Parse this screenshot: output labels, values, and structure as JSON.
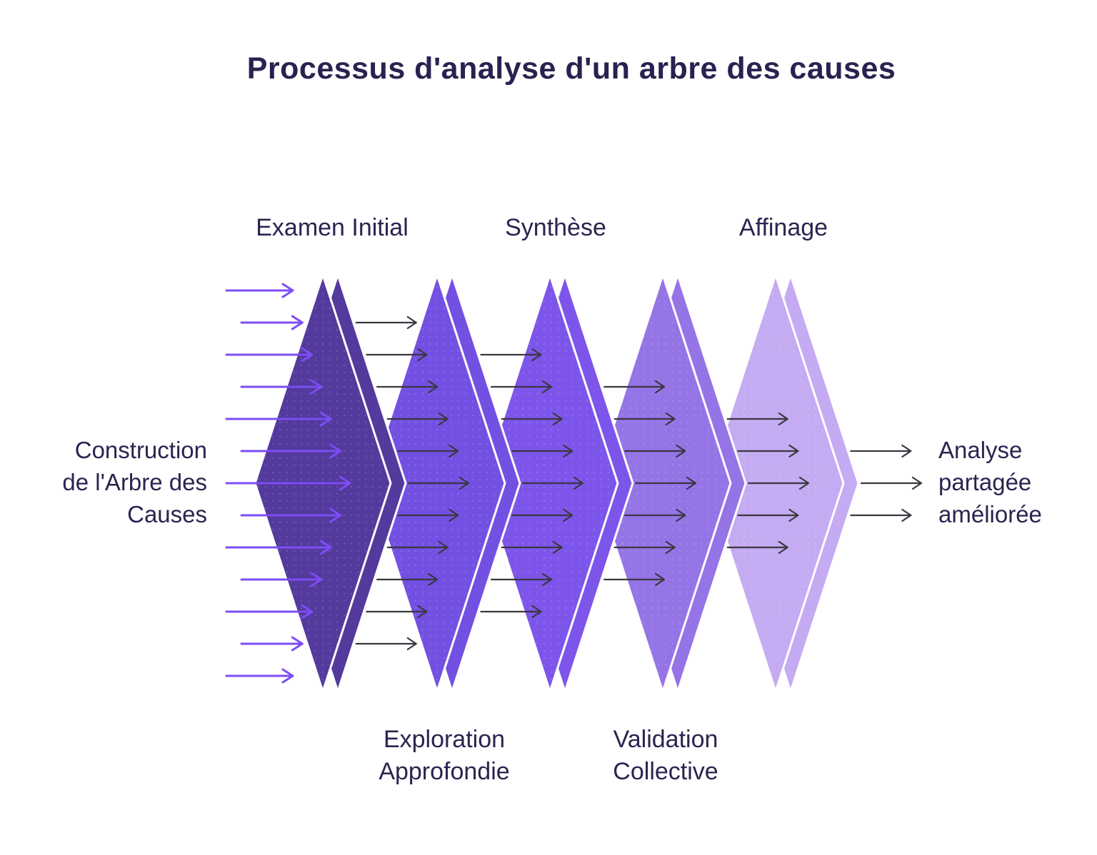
{
  "title": "Processus d'analyse d'un arbre des causes",
  "input_label": {
    "text": "Construction\nde l'Arbre des\nCauses"
  },
  "output_label": {
    "text": "Analyse\npartagée\naméliorée"
  },
  "stages": [
    {
      "label": "Examen Initial",
      "label_position": "top",
      "color": "#533a9c"
    },
    {
      "label": "Exploration\nApprofondie",
      "label_position": "bottom",
      "color": "#7350e2"
    },
    {
      "label": "Synthèse",
      "label_position": "top",
      "color": "#7d55ea"
    },
    {
      "label": "Validation\nCollective",
      "label_position": "bottom",
      "color": "#9574e6"
    },
    {
      "label": "Affinage",
      "label_position": "top",
      "color": "#c4abf2"
    }
  ],
  "flow": {
    "entry_arrow_count": 13,
    "gap_arrow_counts": [
      11,
      9,
      7,
      5
    ],
    "exit_arrow_count": 3
  },
  "colors": {
    "background": "#ffffff",
    "text": "#2b2450",
    "entry_arrow": "#7e4cf5",
    "flow_arrow": "#3a3740",
    "diamond_edge": "#ffffff"
  }
}
